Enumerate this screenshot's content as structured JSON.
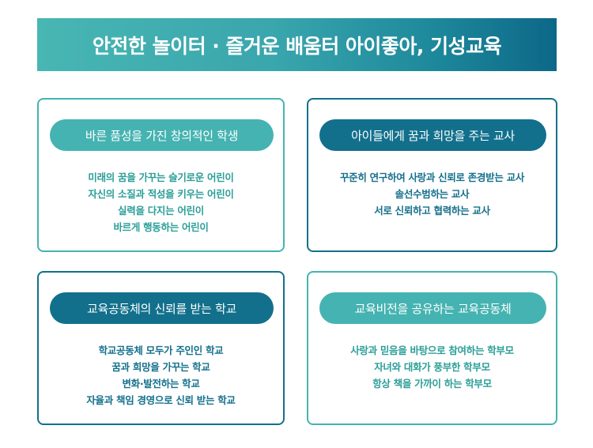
{
  "banner": {
    "title": "안전한 놀이터 · 즐거운 배움터 아이좋아, 기성교육"
  },
  "colors": {
    "teal": "#45b3b1",
    "dark_blue": "#12708c",
    "gradient_start": "#48b6b3",
    "gradient_end": "#0c6888"
  },
  "cards": [
    {
      "title": "바른 품성을 가진 창의적인 학생",
      "theme": "teal",
      "items": [
        "미래의 꿈을 가꾸는 슬기로운 어린이",
        "자신의 소질과 적성을 키우는 어린이",
        "실력을 다지는 어린이",
        "바르게 행동하는 어린이"
      ]
    },
    {
      "title": "아이들에게 꿈과 희망을 주는 교사",
      "theme": "dark",
      "items": [
        "꾸준히 연구하여 사랑과 신뢰로 존경받는 교사",
        "솔선수범하는 교사",
        "서로 신뢰하고 협력하는 교사"
      ]
    },
    {
      "title": "교육공동체의 신뢰를 받는 학교",
      "theme": "dark",
      "items": [
        "학교공동체 모두가 주인인 학교",
        "꿈과 희망을 가꾸는 학교",
        "변화·발전하는 학교",
        "자율과 책임 경영으로 신뢰 받는 학교"
      ]
    },
    {
      "title": "교육비전을 공유하는 교육공동체",
      "theme": "teal",
      "items": [
        "사랑과 믿음을 바탕으로 참여하는 학부모",
        "자녀와 대화가 풍부한 학부모",
        "항상 책을 가까이 하는 학부모"
      ]
    }
  ]
}
